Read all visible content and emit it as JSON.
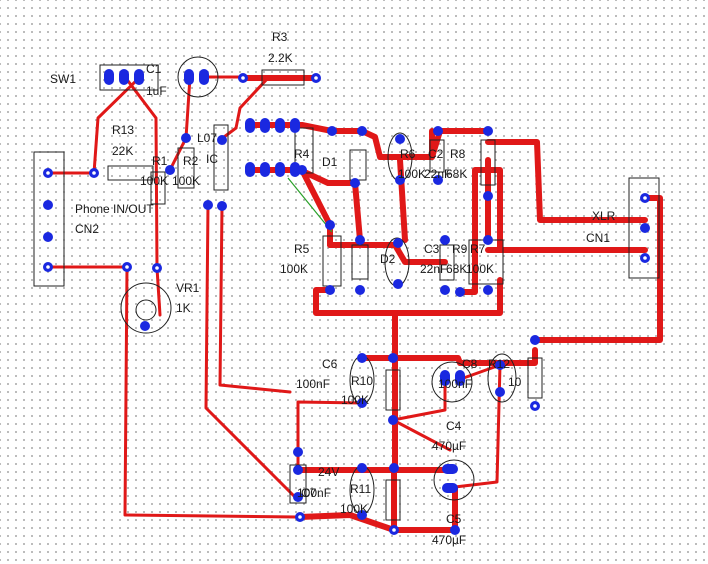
{
  "board": {
    "background": "#ffffff",
    "grid_color": "#9a9a9a",
    "trace_color": "#e01818",
    "pad_color": "#1a28e0",
    "outline_color": "#222222",
    "ratsnest_color": "#2aa02a"
  },
  "labels": {
    "sw1": "SW1",
    "c1": "C1",
    "c1_value": "1uF",
    "r3": "R3",
    "r3_value": "2.2K",
    "r13": "R13",
    "r13_value": "22K",
    "r1": "R1",
    "r1_value": "100K",
    "r2": "R2",
    "r2_value": "100K",
    "ic": "IC",
    "l07": "L07",
    "r4": "R4",
    "d1": "D1",
    "r6": "R6",
    "r6_value": "100K",
    "c2": "C2",
    "c2_value": "22nF",
    "r8": "R8",
    "r8_value": "68K",
    "cn2_name": "Phone IN/OUT",
    "cn2": "CN2",
    "xlr": "XLR",
    "cn1": "CN1",
    "r5": "R5",
    "r5_value": "100K",
    "d2": "D2",
    "c3": "C3",
    "c3_value": "22nF",
    "r9": "R9",
    "r9_value": "68K",
    "r7": "R7",
    "r7_value": "100K",
    "vr1": "VR1",
    "vr1_value": "1K",
    "c6": "C6",
    "c6_value": "100nF",
    "r10": "R10",
    "r10_value": "100K",
    "c8": "C8",
    "c8_value": "100nF",
    "r12": "R12",
    "r12_value": "10",
    "c4": "C4",
    "c4_value": "470µF",
    "power": "24V",
    "c7": "C7",
    "c7_value": "100nF",
    "r11": "R11",
    "r11_value": "100K",
    "c5": "C5",
    "c5_value": "470µF"
  }
}
